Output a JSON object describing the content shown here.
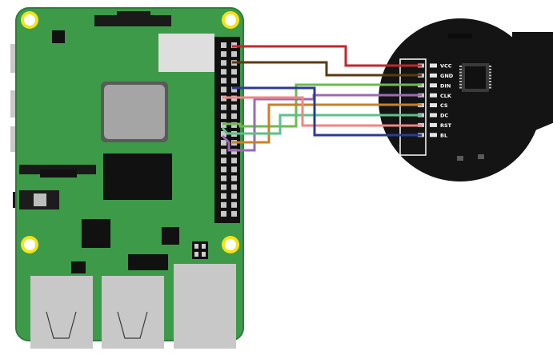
{
  "display": {
    "pins": [
      {
        "label": "VCC",
        "wire_color": "#c0272d"
      },
      {
        "label": "GND",
        "wire_color": "#5b3a12"
      },
      {
        "label": "DIN",
        "wire_color": "#6dbb4e"
      },
      {
        "label": "CLK",
        "wire_color": "#9a6bb5"
      },
      {
        "label": "CS",
        "wire_color": "#c98227"
      },
      {
        "label": "DC",
        "wire_color": "#5cc08a"
      },
      {
        "label": "RST",
        "wire_color": "#f08585"
      },
      {
        "label": "BL",
        "wire_color": "#2d3b91"
      }
    ]
  },
  "colors": {
    "board": "#3c9a48",
    "board_edge": "#2f7d3a",
    "mount_hole": "#f2e31b",
    "display_pcb": "#141414",
    "port_gray": "#c8c8c8",
    "chip_black": "#111111"
  },
  "icons": {
    "board": "raspberry-pi-board",
    "display": "round-lcd-module"
  }
}
